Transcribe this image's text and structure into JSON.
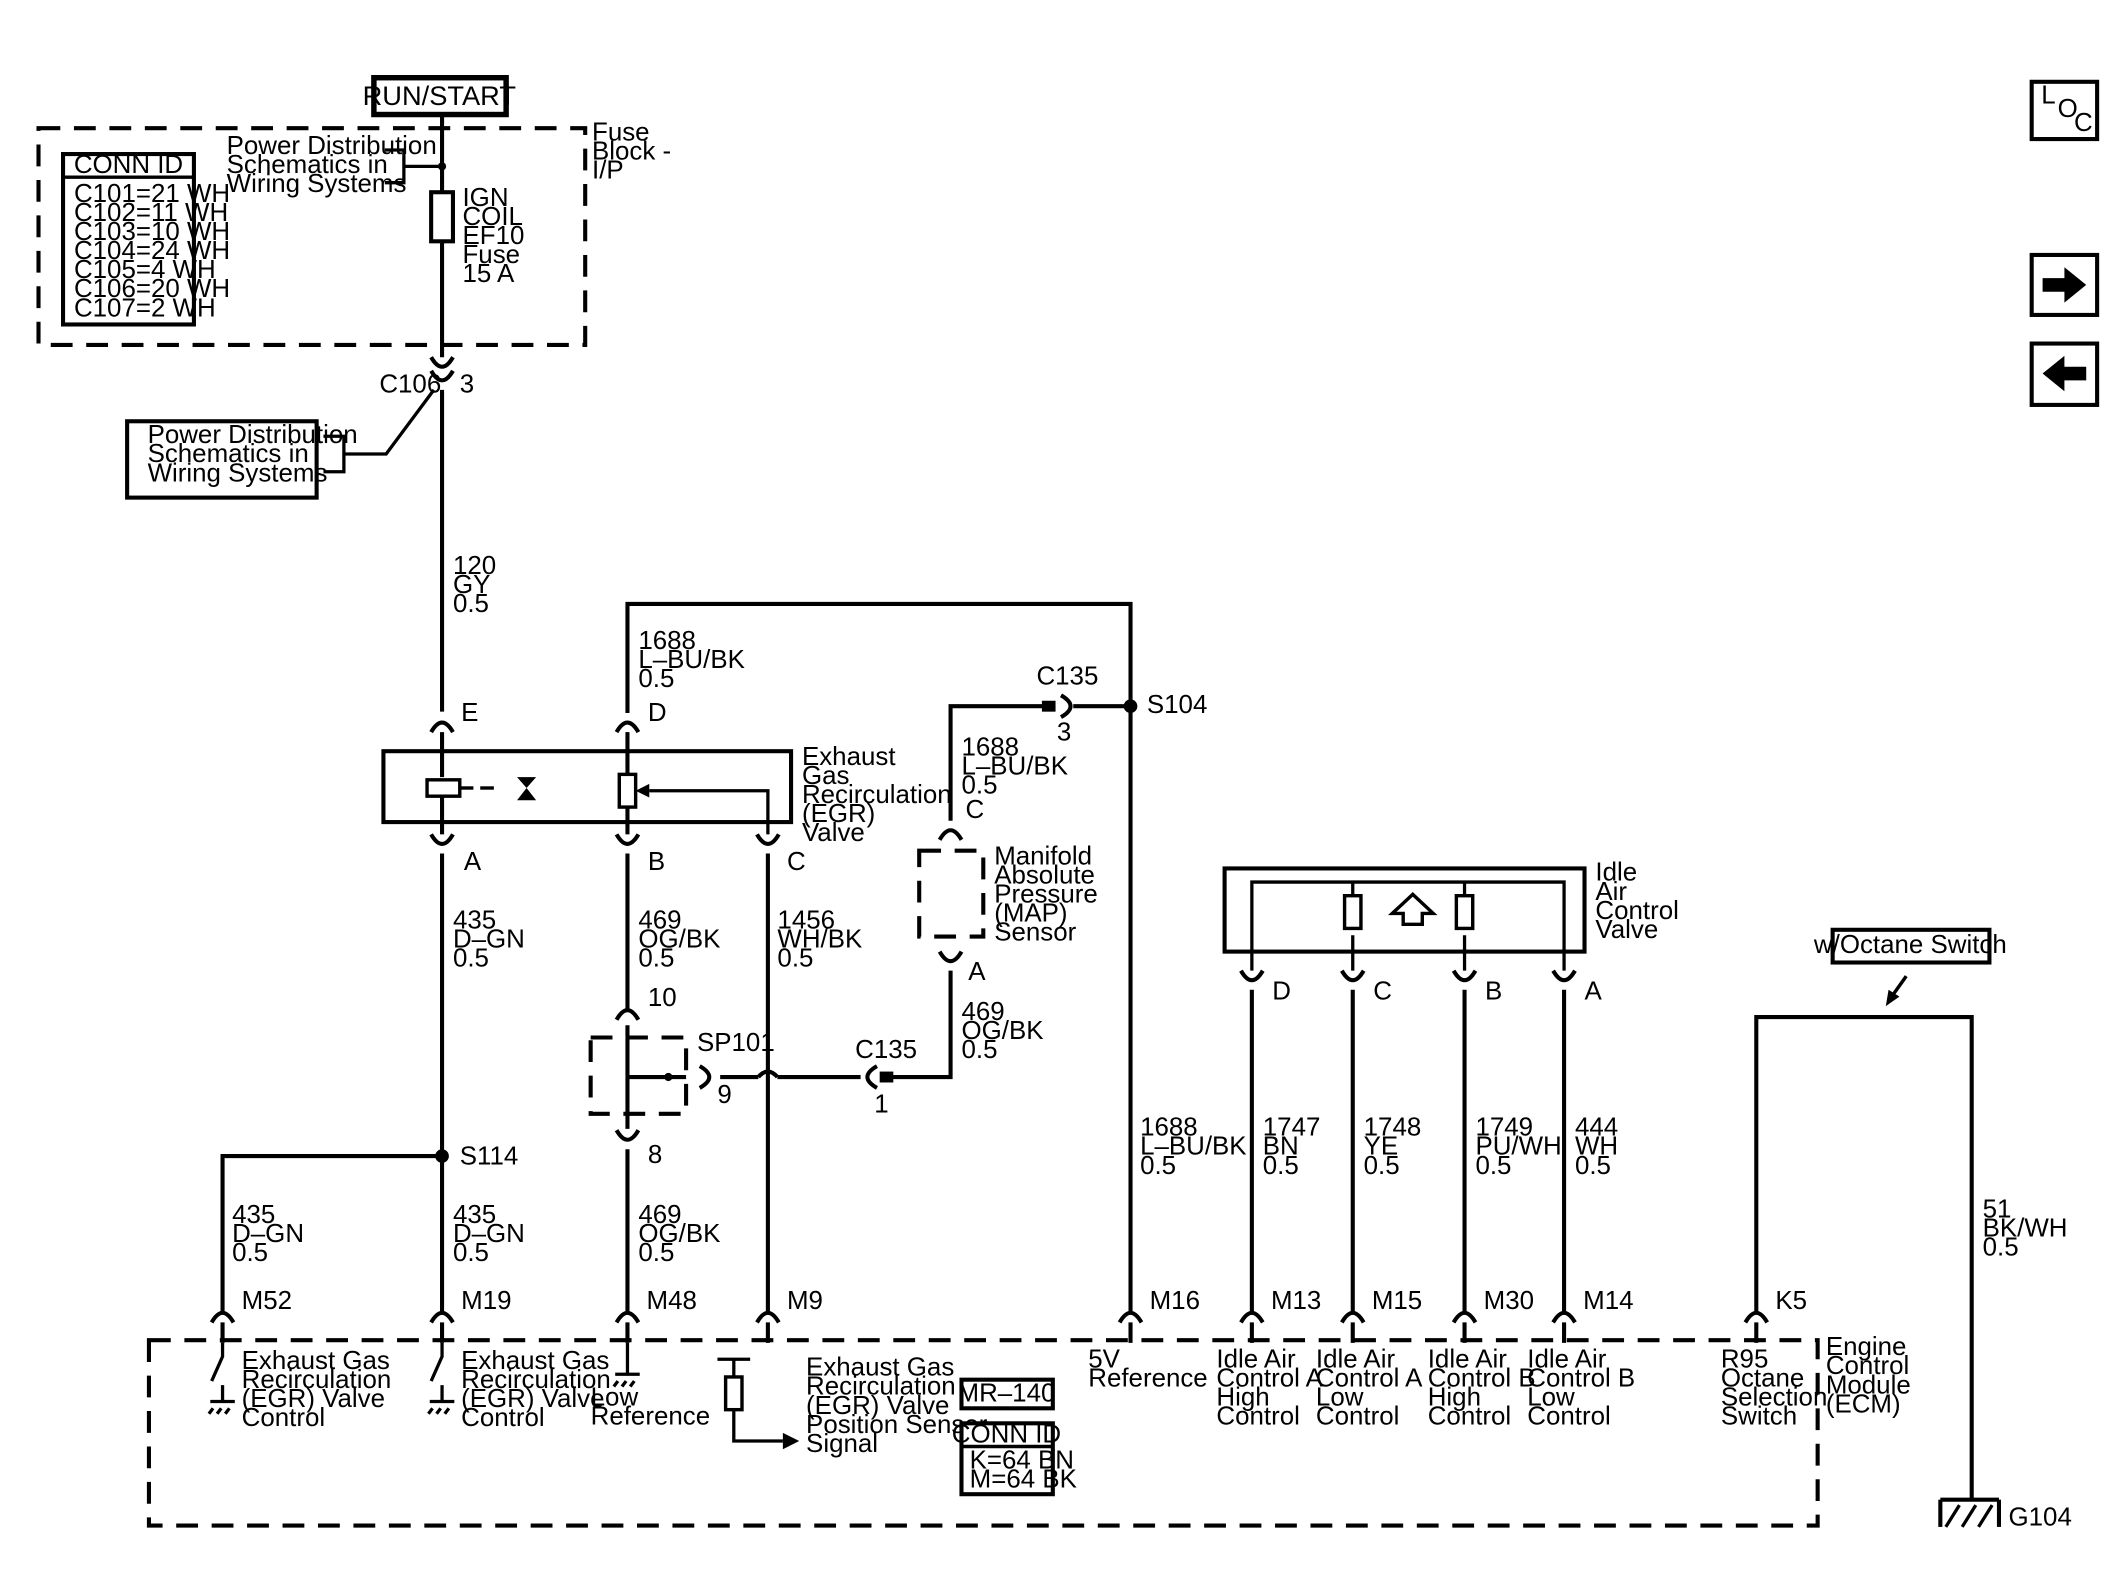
{
  "power": {
    "run_start": "RUN/START"
  },
  "fuse_block": {
    "title_lines": [
      "Fuse",
      "Block -",
      "I/P"
    ],
    "power_dist_lines": [
      "Power Distribution",
      "Schematics in",
      "Wiring Systems"
    ],
    "fuse_lines": [
      "IGN",
      "COIL",
      "EF10",
      "Fuse",
      "15 A"
    ]
  },
  "conn_id_fuse": {
    "title": "CONN ID",
    "rows": [
      "C101=21 WH",
      "C102=11 WH",
      "C103=10 WH",
      "C104=24 WH",
      "C105=4 WH",
      "C106=20 WH",
      "C107=2 WH"
    ]
  },
  "c106": {
    "name": "C106",
    "pin": "3"
  },
  "power_dist_box": {
    "lines": [
      "Power Distribution",
      "Schematics in",
      "Wiring Systems"
    ]
  },
  "wires": {
    "w120": [
      "120",
      "GY",
      "0.5"
    ],
    "w1688_top": [
      "1688",
      "L–BU/BK",
      "0.5"
    ],
    "w1688_map": [
      "1688",
      "L–BU/BK",
      "0.5"
    ],
    "w435_a": [
      "435",
      "D–GN",
      "0.5"
    ],
    "w469_b": [
      "469",
      "OG/BK",
      "0.5"
    ],
    "w1456": [
      "1456",
      "WH/BK",
      "0.5"
    ],
    "w469_map": [
      "469",
      "OG/BK",
      "0.5"
    ],
    "w435_m52": [
      "435",
      "D–GN",
      "0.5"
    ],
    "w435_m19": [
      "435",
      "D–GN",
      "0.5"
    ],
    "w469_m48": [
      "469",
      "OG/BK",
      "0.5"
    ],
    "w1688_m16": [
      "1688",
      "L–BU/BK",
      "0.5"
    ],
    "w1747": [
      "1747",
      "BN",
      "0.5"
    ],
    "w1748": [
      "1748",
      "YE",
      "0.5"
    ],
    "w1749": [
      "1749",
      "PU/WH",
      "0.5"
    ],
    "w444": [
      "444",
      "WH",
      "0.5"
    ],
    "w51": [
      "51",
      "BK/WH",
      "0.5"
    ]
  },
  "egr_valve": {
    "lines": [
      "Exhaust",
      "Gas",
      "Recirculation",
      "(EGR)",
      "Valve"
    ],
    "pins": {
      "E": "E",
      "D": "D",
      "A": "A",
      "B": "B",
      "C": "C"
    }
  },
  "c135": {
    "name": "C135",
    "pin_top": "3",
    "pin_bottom": "1"
  },
  "s104": "S104",
  "s114": "S114",
  "map_sensor": {
    "lines": [
      "Manifold",
      "Absolute",
      "Pressure",
      "(MAP)",
      "Sensor"
    ],
    "pin_c": "C",
    "pin_a": "A"
  },
  "sp101": {
    "name": "SP101",
    "pin_10": "10",
    "pin_9": "9",
    "pin_8": "8"
  },
  "iac_valve": {
    "lines": [
      "Idle",
      "Air",
      "Control",
      "Valve"
    ],
    "pins": [
      "D",
      "C",
      "B",
      "A"
    ]
  },
  "octane": {
    "label": "w/Octane Switch"
  },
  "ecm": {
    "lines": [
      "Engine",
      "Control",
      "Module",
      "(ECM)"
    ],
    "mr": "MR–140",
    "conn_title": "CONN ID",
    "conn_rows": [
      "K=64 BN",
      "M=64 BK"
    ],
    "pins": [
      "M52",
      "M19",
      "M48",
      "M9",
      "M16",
      "M13",
      "M15",
      "M30",
      "M14",
      "K5"
    ],
    "m52_desc": [
      "Exhaust Gas",
      "Recirculation",
      "(EGR) Valve",
      "Control"
    ],
    "m19_desc": [
      "Exhaust Gas",
      "Recirculation",
      "(EGR) Valve",
      "Control"
    ],
    "m48_desc": [
      "Low",
      "Reference"
    ],
    "m9_desc": [
      "Exhaust Gas",
      "Recirculation",
      "(EGR) Valve",
      "Position Sensor",
      "Signal"
    ],
    "m16_desc": [
      "5V",
      "Reference"
    ],
    "m13_desc": [
      "Idle Air",
      "Control A",
      "High",
      "Control"
    ],
    "m15_desc": [
      "Idle Air",
      "Control A",
      "Low",
      "Control"
    ],
    "m30_desc": [
      "Idle Air",
      "Control B",
      "High",
      "Control"
    ],
    "m14_desc": [
      "Idle Air",
      "Control B",
      "Low",
      "Control"
    ],
    "k5_desc": [
      "R95",
      "Octane",
      "Selection",
      "Switch"
    ]
  },
  "ground": "G104",
  "nav": {
    "loc_l": "L",
    "loc_o": "O",
    "loc_c": "C"
  }
}
